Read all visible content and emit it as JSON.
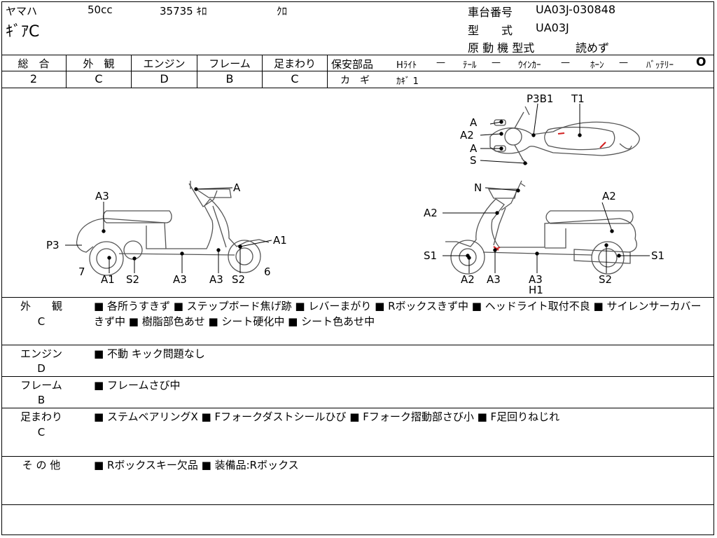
{
  "header": {
    "maker": "ヤマハ",
    "displacement": "50cc",
    "mileage": "35735 ｷﾛ",
    "color": "ｸﾛ",
    "model_name": "ｷﾞｱC",
    "chassis_label": "車台番号",
    "chassis_value": "UA03J-030848",
    "type_label": "型　　式",
    "type_value": "UA03J",
    "engine_label": "原 動 機 型式",
    "engine_value": "読めず"
  },
  "grades": [
    {
      "label": "総　合",
      "value": "2"
    },
    {
      "label": "外　観",
      "value": "C"
    },
    {
      "label": "エンジン",
      "value": "D"
    },
    {
      "label": "フレーム",
      "value": "B"
    },
    {
      "label": "足まわり",
      "value": "C"
    }
  ],
  "safety": {
    "label": "保安部品",
    "items": [
      {
        "label": "Hﾗｲﾄ",
        "value": "—"
      },
      {
        "label": "ﾃｰﾙ",
        "value": "—"
      },
      {
        "label": "ｳｲﾝｶｰ",
        "value": "—"
      },
      {
        "label": "ﾎｰﾝ",
        "value": "—"
      },
      {
        "label": "ﾊﾞｯﾃﾘｰ",
        "value": "O"
      }
    ],
    "key_label": "カ　ギ",
    "key_value": "ｶｷﾞ 1"
  },
  "diagram": {
    "top_view": {
      "p3b1": "P3B1",
      "t1": "T1",
      "a_top": "A",
      "a2": "A2",
      "a_bottom": "A",
      "s": "S"
    },
    "left_view": {
      "a_handle": "A",
      "a3_seat": "A3",
      "p3": "P3",
      "a1_front": "A1",
      "seven": "7",
      "a1_wheel": "A1",
      "s2_a": "S2",
      "a3_floor": "A3",
      "a3_mid": "A3",
      "s2_b": "S2",
      "six": "6"
    },
    "right_view": {
      "n": "N",
      "a2_front": "A2",
      "a2_rear": "A2",
      "s1_front": "S1",
      "s1_rear": "S1",
      "a2_wheel": "A2",
      "a3_fork": "A3",
      "a3_floor": "A3",
      "h1": "H1",
      "s2": "S2"
    }
  },
  "sections": [
    {
      "label": "外　　観",
      "grade": "C",
      "text": "■ 各所うすきず ■ ステップボード焦げ跡 ■ レバーまがり ■ Rボックスきず中 ■ ヘッドライト取付不良 ■ サイレンサーカバーきず中 ■ 樹脂部色あせ ■ シート硬化中 ■ シート色あせ中"
    },
    {
      "label": "エンジン",
      "grade": "D",
      "text": "■ 不動 キック問題なし"
    },
    {
      "label": "フレーム",
      "grade": "B",
      "text": "■ フレームさび中"
    },
    {
      "label": "足まわり",
      "grade": "C",
      "text": "■ ステムベアリングX ■ Fフォークダストシールひび ■ Fフォーク摺動部さび小 ■ F足回りねじれ"
    },
    {
      "label": "そ の 他",
      "grade": "",
      "text": "■ Rボックスキー欠品 ■ 装備品:Rボックス"
    }
  ]
}
